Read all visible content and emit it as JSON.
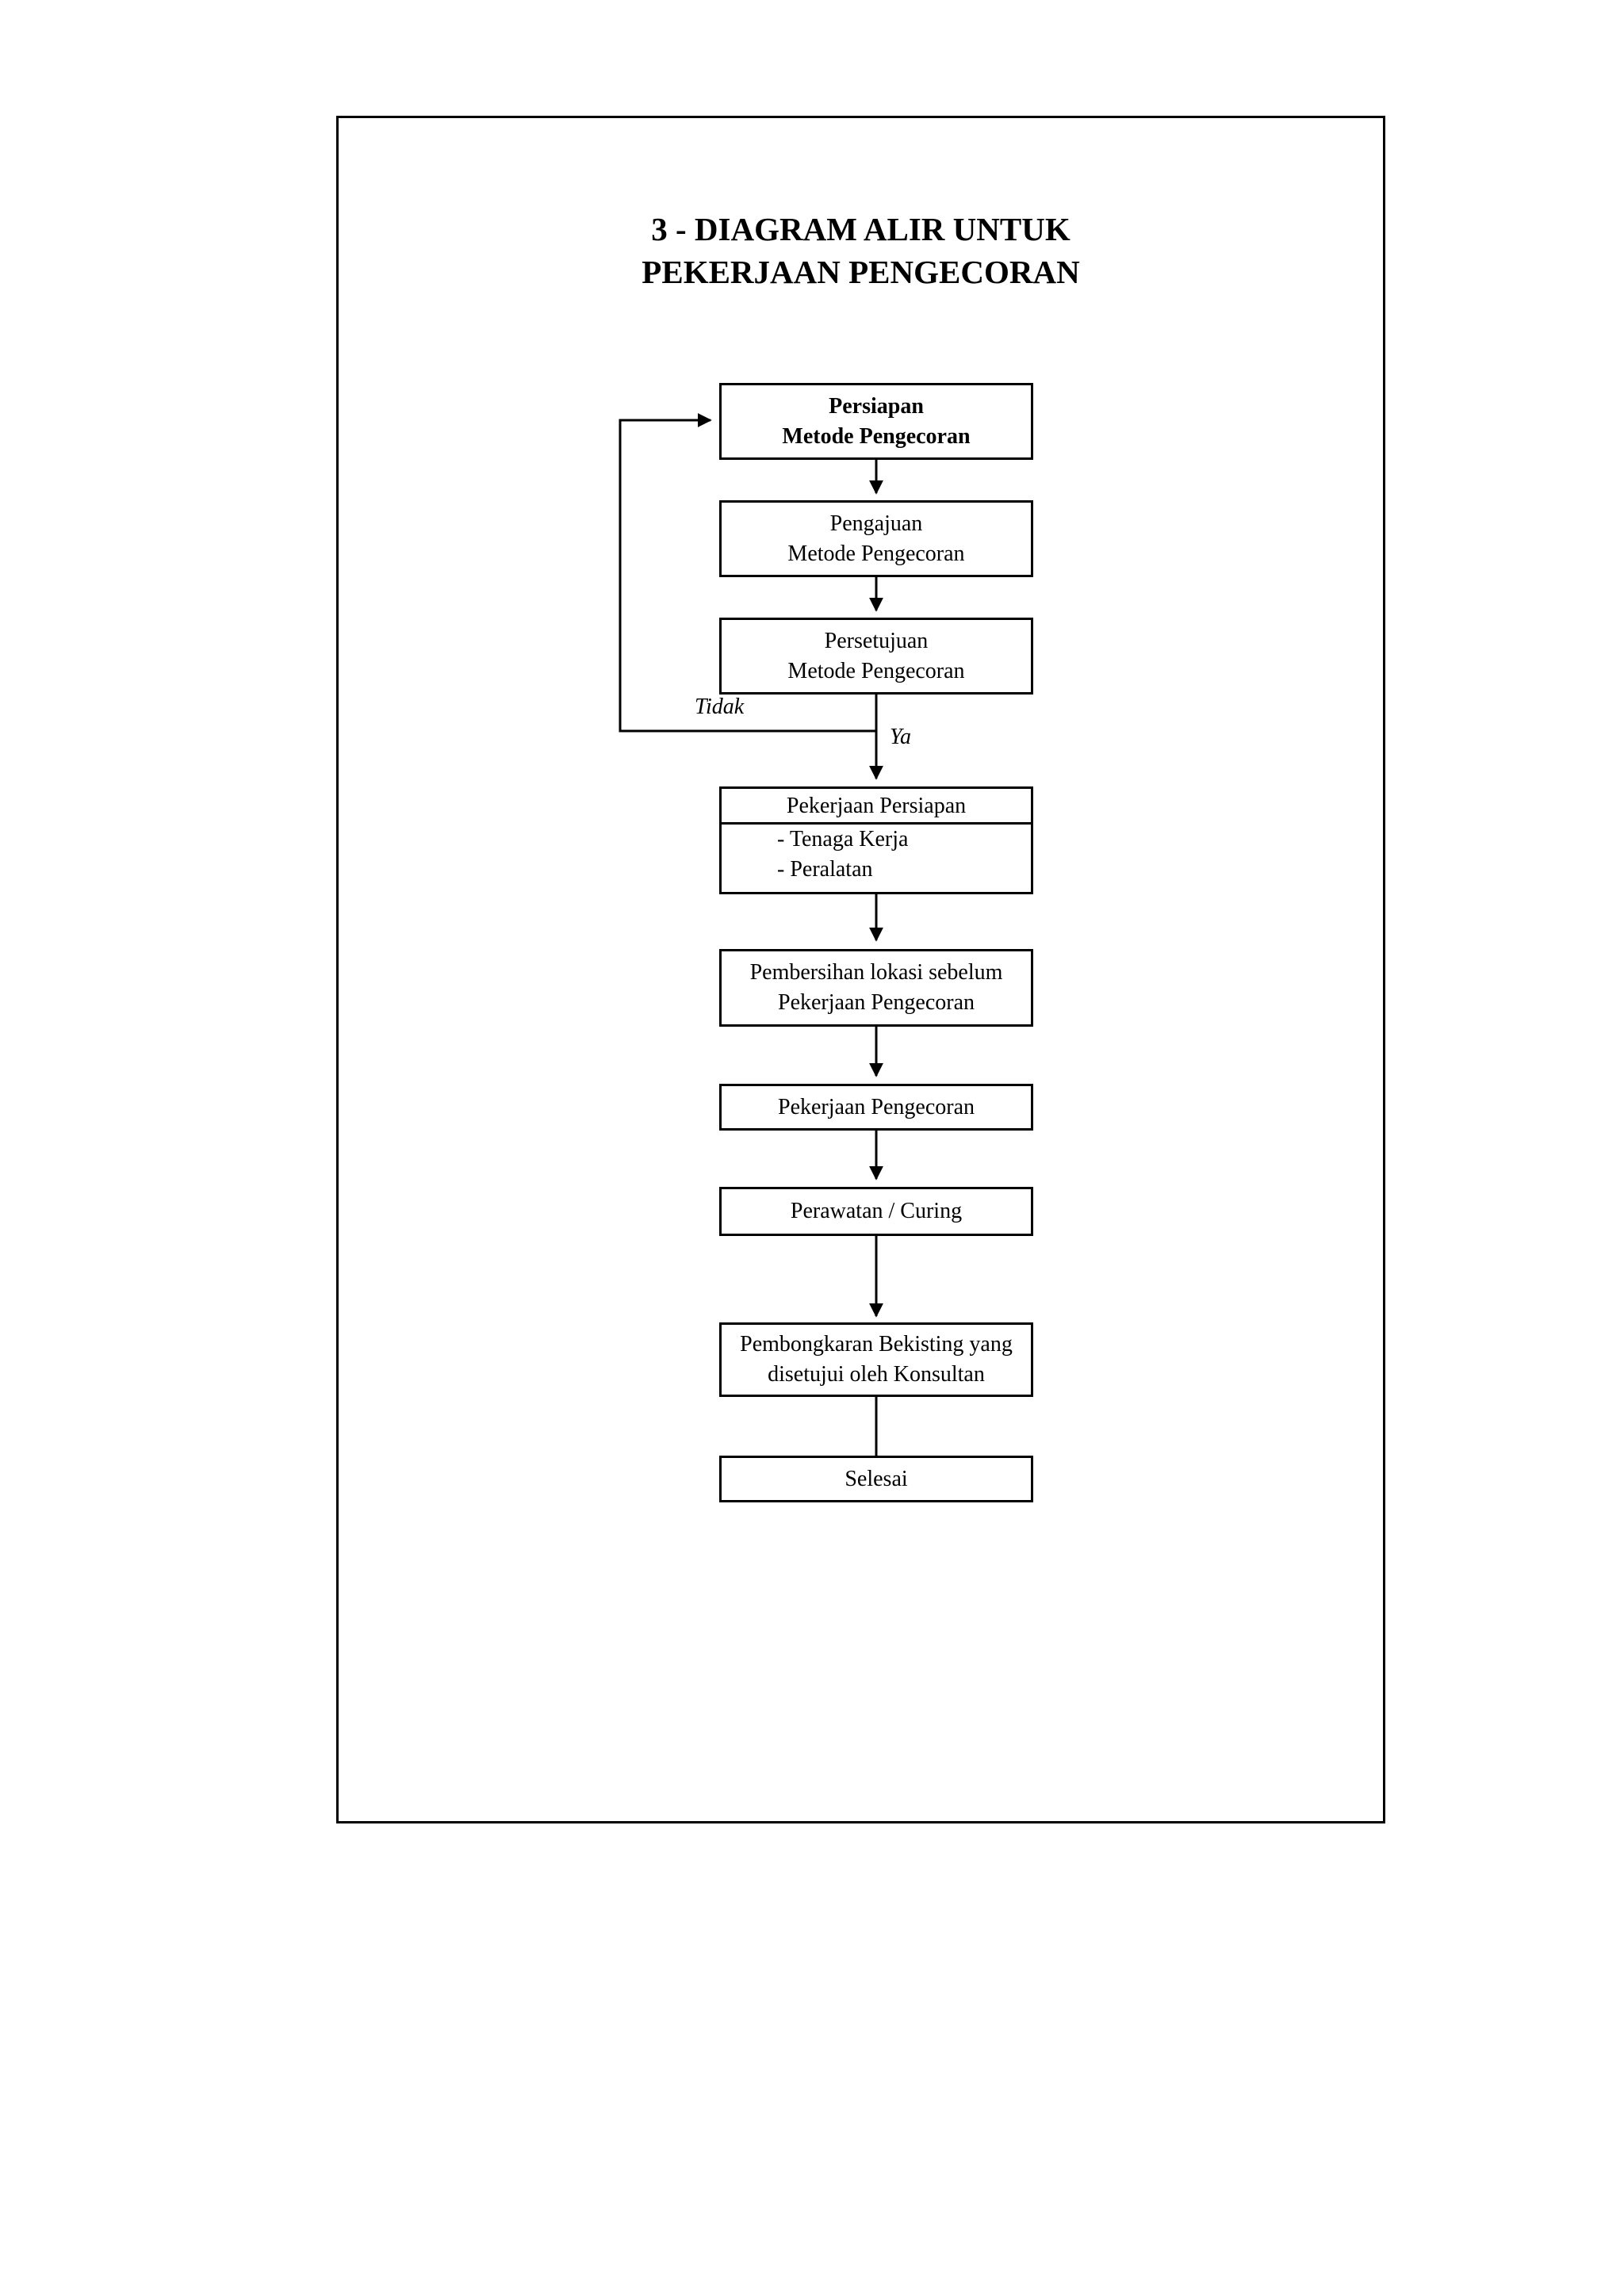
{
  "title": {
    "line1": "3 - DIAGRAM ALIR UNTUK",
    "line2": "PEKERJAAN PENGECORAN"
  },
  "steps": [
    {
      "line1": "Persiapan",
      "line2": "Metode Pengecoran"
    },
    {
      "line1": "Pengajuan",
      "line2": "Metode Pengecoran"
    },
    {
      "line1": "Persetujuan",
      "line2": "Metode Pengecoran"
    },
    {
      "heading": "Pekerjaan Persiapan",
      "items": [
        "- Tenaga Kerja",
        "- Peralatan"
      ]
    },
    {
      "line1": "Pembersihan lokasi sebelum",
      "line2": "Pekerjaan Pengecoran"
    },
    {
      "line1": "Pekerjaan Pengecoran"
    },
    {
      "line1": "Perawatan / Curing"
    },
    {
      "line1": "Pembongkaran Bekisting yang",
      "line2": "disetujui oleh Konsultan"
    },
    {
      "line1": "Selesai"
    }
  ],
  "decision": {
    "no_label": "Tidak",
    "yes_label": "Ya"
  }
}
